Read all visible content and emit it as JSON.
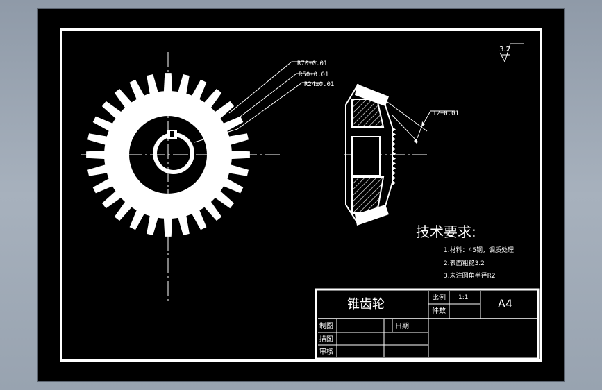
{
  "drawing": {
    "dimensions": {
      "r70": "R70±0.01",
      "r50": "R50±0.01",
      "r24": "R24±0.01",
      "width12": "12±0.01"
    },
    "roughness": "3.2",
    "requirements": {
      "title": "技术要求:",
      "items": [
        "1.材料：45钢，调质处理",
        "2.表面粗糙3.2",
        "3.未注圆角半径R2"
      ]
    },
    "title_block": {
      "part_name": "锥齿轮",
      "scale_label": "比例",
      "scale_value": "1:1",
      "quantity_label": "件数",
      "sheet_size": "A4",
      "drawn_label": "制图",
      "date_label": "日期",
      "traced_label": "描图",
      "checked_label": "审核"
    },
    "colors": {
      "background": "#000000",
      "lines": "#ffffff",
      "viewport": "#9aa4b1"
    }
  }
}
